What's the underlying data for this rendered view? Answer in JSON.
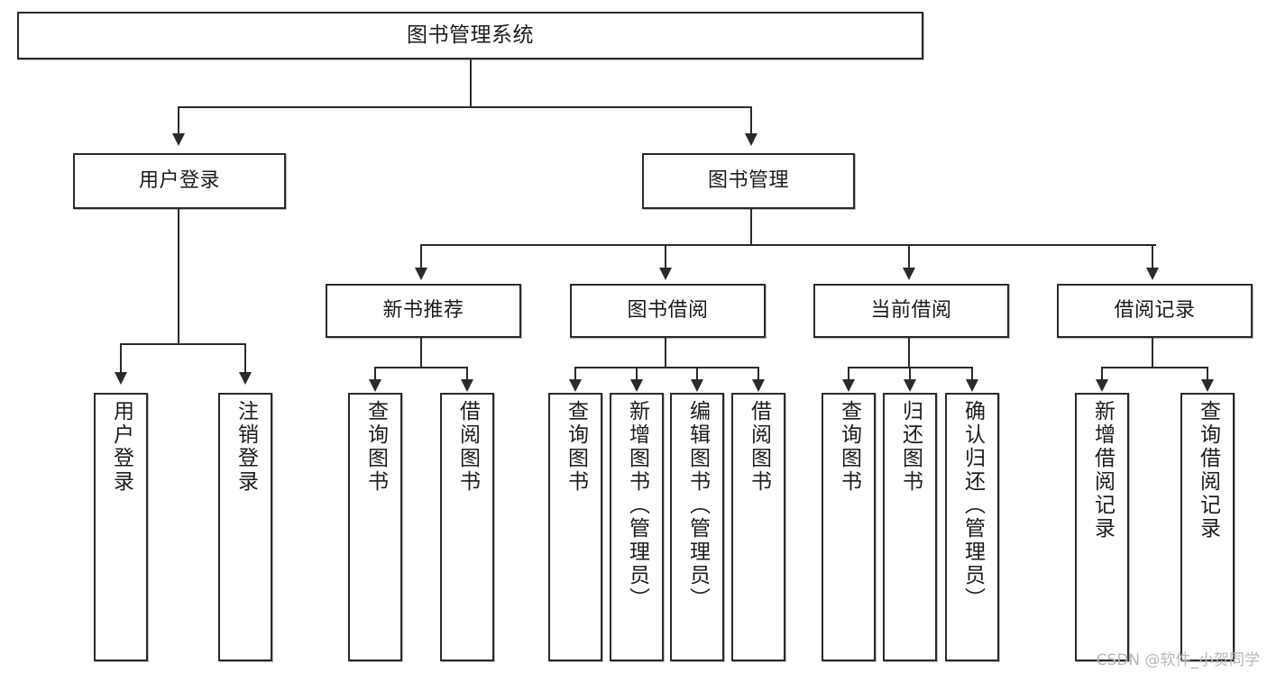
{
  "diagram": {
    "title": "图书管理系统",
    "type": "tree-hierarchy-chart",
    "root": {
      "id": "root",
      "label": "图书管理系统"
    },
    "level1": [
      {
        "id": "user-login",
        "label": "用户登录"
      },
      {
        "id": "book-manage",
        "label": "图书管理"
      }
    ],
    "level2": [
      {
        "id": "new-book-recommend",
        "label": "新书推荐",
        "parent": "book-manage"
      },
      {
        "id": "book-borrow",
        "label": "图书借阅",
        "parent": "book-manage"
      },
      {
        "id": "current-borrow",
        "label": "当前借阅",
        "parent": "book-manage"
      },
      {
        "id": "borrow-record",
        "label": "借阅记录",
        "parent": "book-manage"
      }
    ],
    "leaves": [
      {
        "id": "leaf-user-login",
        "label": "用户登录",
        "parent": "user-login"
      },
      {
        "id": "leaf-logout-login",
        "label": "注销登录",
        "parent": "user-login"
      },
      {
        "id": "leaf-query-book-1",
        "label": "查询图书",
        "parent": "new-book-recommend"
      },
      {
        "id": "leaf-borrow-book-1",
        "label": "借阅图书",
        "parent": "new-book-recommend"
      },
      {
        "id": "leaf-query-book-2",
        "label": "查询图书",
        "parent": "book-borrow"
      },
      {
        "id": "leaf-add-book",
        "label": "新增图书（管理员）",
        "parent": "book-borrow"
      },
      {
        "id": "leaf-edit-book",
        "label": "编辑图书（管理员）",
        "parent": "book-borrow"
      },
      {
        "id": "leaf-borrow-book-2",
        "label": "借阅图书",
        "parent": "book-borrow"
      },
      {
        "id": "leaf-query-book-3",
        "label": "查询图书",
        "parent": "current-borrow"
      },
      {
        "id": "leaf-return-book",
        "label": "归还图书",
        "parent": "current-borrow"
      },
      {
        "id": "leaf-confirm-return",
        "label": "确认归还（管理员）",
        "parent": "current-borrow"
      },
      {
        "id": "leaf-add-record",
        "label": "新增借阅记录",
        "parent": "borrow-record"
      },
      {
        "id": "leaf-query-record",
        "label": "查询借阅记录",
        "parent": "borrow-record"
      }
    ]
  },
  "watermark": {
    "text": "CSDN @软件_小贺同学"
  },
  "colors": {
    "stroke": "#2b2b2b",
    "text": "#1c1c1c",
    "background": "#ffffff",
    "watermark": "#b8b8b8"
  }
}
